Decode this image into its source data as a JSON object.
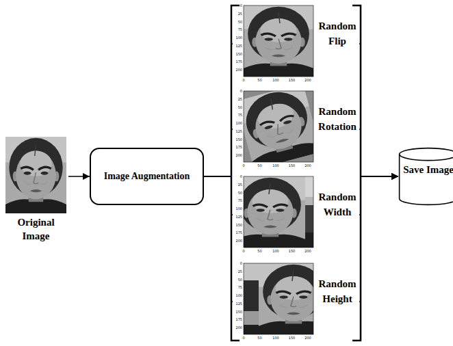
{
  "diagram": {
    "nodes": [
      {
        "text": [
          "Original Image"
        ]
      },
      {
        "text": [
          "Image Augmentation"
        ]
      },
      {
        "text": [
          "Random Flip"
        ]
      },
      {
        "text": [
          "Random Rotation"
        ]
      },
      {
        "text": [
          "Random Width"
        ]
      },
      {
        "text": [
          "Random Height"
        ]
      },
      {
        "text": [
          "Save Image"
        ]
      }
    ],
    "edges": [
      {
        "from": 0,
        "to": 1,
        "arrow": "to"
      },
      {
        "from": 1,
        "to": 2,
        "arrow": "none"
      },
      {
        "from": 1,
        "to": 3,
        "arrow": "none"
      },
      {
        "from": 1,
        "to": 4,
        "arrow": "none"
      },
      {
        "from": 1,
        "to": 5,
        "arrow": "none"
      },
      {
        "from": 2,
        "to": 6,
        "arrow": "to"
      },
      {
        "from": 3,
        "to": 6,
        "arrow": "to"
      },
      {
        "from": 4,
        "to": 6,
        "arrow": "to"
      },
      {
        "from": 5,
        "to": 6,
        "arrow": "to"
      }
    ],
    "labels": [
      "0",
      "25",
      "50",
      "75",
      "100",
      "125",
      "150",
      "175",
      "200",
      "0",
      "50",
      "100",
      "150",
      "200",
      "0",
      "25",
      "50",
      "75",
      "100",
      "125",
      "150",
      "175",
      "200",
      "0",
      "50",
      "100",
      "150",
      "200",
      "0",
      "25",
      "50",
      "75",
      "100",
      "125",
      "150",
      "175",
      "200",
      "0",
      "50",
      "100",
      "150",
      "200",
      "0",
      "25",
      "50",
      "75",
      "100",
      "125",
      "150",
      "175",
      "200",
      "0",
      "50",
      "100",
      "150",
      "200"
    ]
  }
}
